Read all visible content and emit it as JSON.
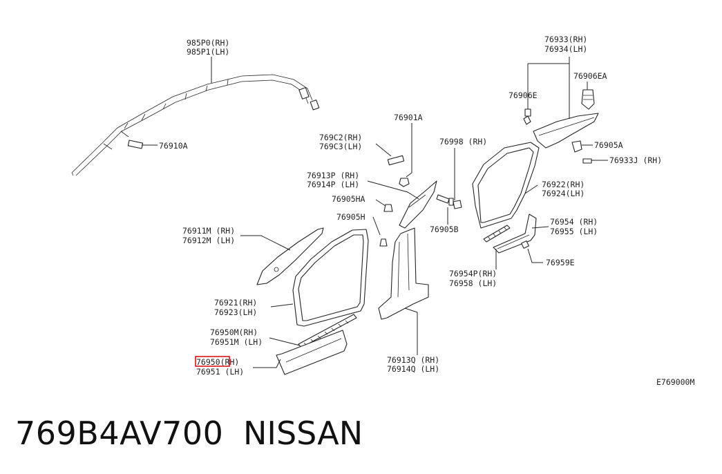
{
  "diagram": {
    "code": "E769000M",
    "highlight_color": "#e00000",
    "callouts": [
      {
        "id": "airbag",
        "lines": [
          "985P0(RH)",
          "985P1(LH)"
        ]
      },
      {
        "id": "clip-76910a",
        "lines": [
          "76910A"
        ]
      },
      {
        "id": "clip-76901a",
        "lines": [
          "76901A"
        ]
      },
      {
        "id": "cap-769c2",
        "lines": [
          "769C2(RH)",
          "769C3(LH)"
        ]
      },
      {
        "id": "clip-76998",
        "lines": [
          "76998 (RH)"
        ]
      },
      {
        "id": "garnish-76913p",
        "lines": [
          "76913P (RH)",
          "76914P (LH)"
        ]
      },
      {
        "id": "clip-76905ha",
        "lines": [
          "76905HA"
        ]
      },
      {
        "id": "clip-76905h",
        "lines": [
          "76905H"
        ]
      },
      {
        "id": "clip-76905b",
        "lines": [
          "76905B"
        ]
      },
      {
        "id": "garnish-76911m",
        "lines": [
          "76911M (RH)",
          "76912M (LH)"
        ]
      },
      {
        "id": "welt-76921",
        "lines": [
          "76921(RH)",
          "76923(LH)"
        ]
      },
      {
        "id": "plate-76950m",
        "lines": [
          "76950M(RH)",
          "76951M (LH)"
        ]
      },
      {
        "id": "plate-76950",
        "lines": [
          "76950(RH)",
          "76951 (LH)"
        ],
        "highlight": "76950"
      },
      {
        "id": "garnish-76913q",
        "lines": [
          "76913Q (RH)",
          "76914Q (LH)"
        ]
      },
      {
        "id": "garnish-76933",
        "lines": [
          "76933(RH)",
          "76934(LH)"
        ]
      },
      {
        "id": "clip-76906ea",
        "lines": [
          "76906EA"
        ]
      },
      {
        "id": "clip-76906e",
        "lines": [
          "76906E"
        ]
      },
      {
        "id": "clip-76905a",
        "lines": [
          "76905A"
        ]
      },
      {
        "id": "clip-76933j",
        "lines": [
          "76933J (RH)"
        ]
      },
      {
        "id": "welt-76922",
        "lines": [
          "76922(RH)",
          "76924(LH)"
        ]
      },
      {
        "id": "plate-76954",
        "lines": [
          "76954 (RH)",
          "76955 (LH)"
        ]
      },
      {
        "id": "plate-76954p",
        "lines": [
          "76954P(RH)",
          "76958 (LH)"
        ]
      },
      {
        "id": "clip-76959e",
        "lines": [
          "76959E"
        ]
      }
    ]
  },
  "footer": {
    "part_number": "769B4AV700",
    "brand": "NISSAN"
  }
}
